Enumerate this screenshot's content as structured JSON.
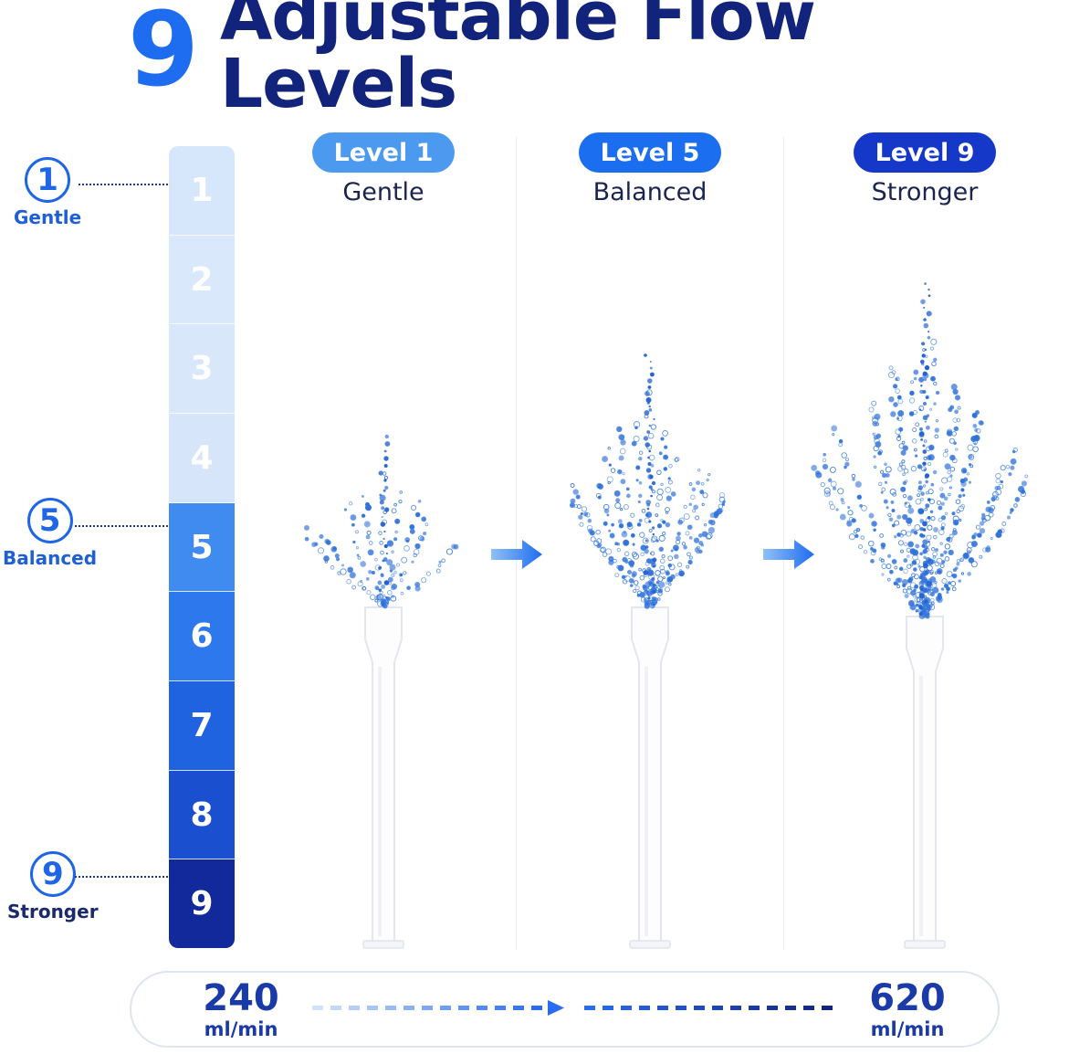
{
  "title": {
    "number": "9",
    "text": "Adjustable Flow Levels"
  },
  "scale": {
    "levels": [
      "1",
      "2",
      "3",
      "4",
      "5",
      "6",
      "7",
      "8",
      "9"
    ],
    "colors": [
      "#d6e7fb",
      "#dae8fb",
      "#d9e7fa",
      "#d6e5fa",
      "#3f8bf0",
      "#2c78ec",
      "#1f63e0",
      "#1a4fd0",
      "#12299b"
    ],
    "text_colors": [
      "#ffffff",
      "#ffffff",
      "#ffffff",
      "#ffffff",
      "#ffffff",
      "#ffffff",
      "#ffffff",
      "#ffffff",
      "#ffffff"
    ]
  },
  "markers": [
    {
      "number": "1",
      "label": "Gentle",
      "label_color": "#1f5fd6"
    },
    {
      "number": "5",
      "label": "Balanced",
      "label_color": "#1f5fd6"
    },
    {
      "number": "9",
      "label": "Stronger",
      "label_color": "#1b2a6a"
    }
  ],
  "columns": [
    {
      "badge": "Level 1",
      "name": "Gentle",
      "badge_color": "#4b9af0",
      "spray_intensity": 1
    },
    {
      "badge": "Level 5",
      "name": "Balanced",
      "badge_color": "#1b6ef0",
      "spray_intensity": 5
    },
    {
      "badge": "Level 9",
      "name": "Stronger",
      "badge_color": "#1638c8",
      "spray_intensity": 9
    }
  ],
  "flow": {
    "min": {
      "value": "240",
      "unit": "ml/min"
    },
    "max": {
      "value": "620",
      "unit": "ml/min"
    },
    "dash_start_color": "#cfe2fb",
    "dash_mid_color": "#2a6cf0",
    "dash_end_color": "#13247e"
  },
  "icons": {
    "step_arrow": "right-arrow-icon",
    "flow_arrow": "right-arrow-icon"
  }
}
